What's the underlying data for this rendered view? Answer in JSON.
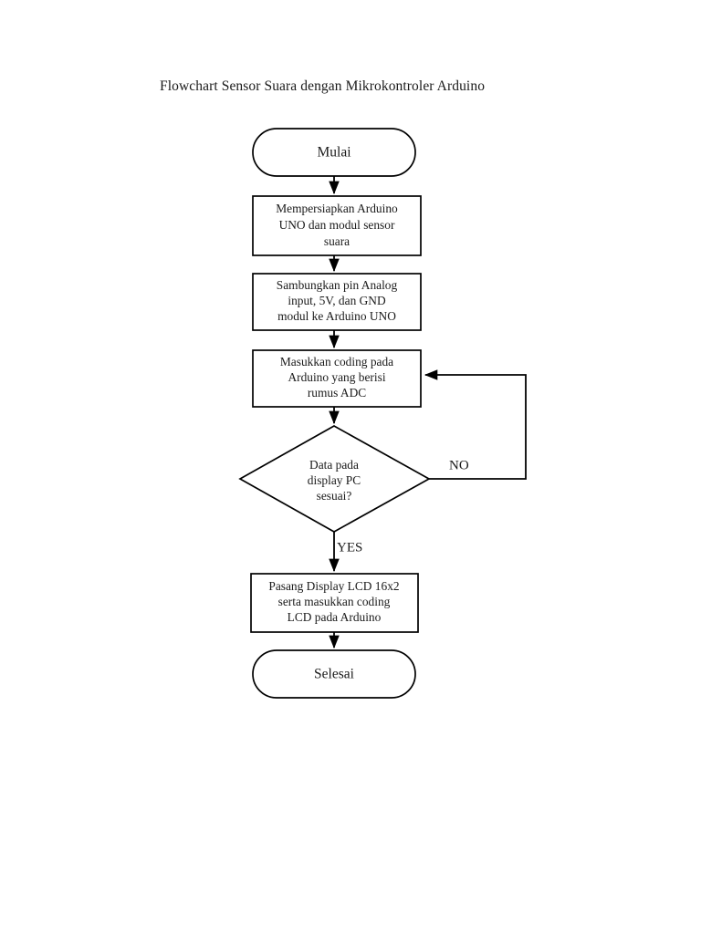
{
  "document": {
    "title": "Flowchart Sensor Suara dengan Mikrokontroler Arduino",
    "background_color": "#ffffff",
    "line_color": "#000000",
    "text_color": "#1a1a1a"
  },
  "chart_data": {
    "type": "diagram",
    "diagram_kind": "flowchart",
    "title": "Flowchart Sensor Suara dengan Mikrokontroler Arduino",
    "orientation": "top-to-bottom",
    "nodes": [
      {
        "id": "start",
        "shape": "terminator",
        "label": "Mulai",
        "lines": [
          "Mulai"
        ]
      },
      {
        "id": "prepare",
        "shape": "process",
        "label": "Mempersiapkan Arduino UNO dan modul sensor suara",
        "lines": [
          "Mempersiapkan Arduino",
          "UNO dan modul sensor",
          "suara"
        ]
      },
      {
        "id": "wiring",
        "shape": "process",
        "label": "Sambungkan pin Analog input, 5V, dan GND modul ke Arduino UNO",
        "lines": [
          "Sambungkan pin Analog",
          "input, 5V, dan GND",
          "modul ke Arduino UNO"
        ]
      },
      {
        "id": "coding",
        "shape": "process",
        "label": "Masukkan coding pada Arduino yang berisi rumus ADC",
        "lines": [
          "Masukkan coding pada",
          "Arduino yang berisi",
          "rumus ADC"
        ]
      },
      {
        "id": "check",
        "shape": "decision",
        "label": "Data pada display PC sesuai?",
        "lines": [
          "Data pada",
          "display PC",
          "sesuai?"
        ]
      },
      {
        "id": "lcd",
        "shape": "process",
        "label": "Pasang Display LCD 16x2 serta masukkan coding LCD pada Arduino",
        "lines": [
          "Pasang Display LCD 16x2",
          "serta masukkan coding",
          "LCD pada Arduino"
        ]
      },
      {
        "id": "end",
        "shape": "terminator",
        "label": "Selesai",
        "lines": [
          "Selesai"
        ]
      }
    ],
    "edges": [
      {
        "from": "start",
        "to": "prepare",
        "label": ""
      },
      {
        "from": "prepare",
        "to": "wiring",
        "label": ""
      },
      {
        "from": "wiring",
        "to": "coding",
        "label": ""
      },
      {
        "from": "coding",
        "to": "check",
        "label": ""
      },
      {
        "from": "check",
        "to": "lcd",
        "label": "YES"
      },
      {
        "from": "check",
        "to": "coding",
        "label": "NO"
      },
      {
        "from": "lcd",
        "to": "end",
        "label": ""
      }
    ],
    "edge_labels": {
      "yes": "YES",
      "no": "NO"
    }
  }
}
